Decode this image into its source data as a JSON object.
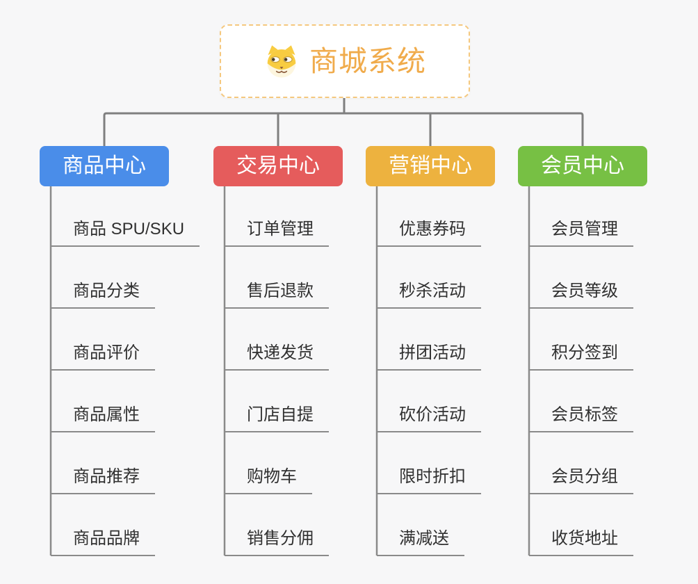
{
  "page": {
    "background": "#F7F7F8",
    "connector_color": "#7F7F7F",
    "child_line_color": "#8A8A8A",
    "item_text_color": "#303030"
  },
  "root": {
    "title": "商城系统",
    "title_color": "#F0AB4B",
    "border_color": "#F5C87E",
    "icon": "dog-face-icon"
  },
  "branches": [
    {
      "label": "商品中心",
      "color": "#4A8DE9",
      "children": [
        "商品 SPU/SKU",
        "商品分类",
        "商品评价",
        "商品属性",
        "商品推荐",
        "商品品牌"
      ]
    },
    {
      "label": "交易中心",
      "color": "#E55C5C",
      "children": [
        "订单管理",
        "售后退款",
        "快递发货",
        "门店自提",
        "购物车",
        "销售分佣"
      ]
    },
    {
      "label": "营销中心",
      "color": "#EDB23F",
      "children": [
        "优惠券码",
        "秒杀活动",
        "拼团活动",
        "砍价活动",
        "限时折扣",
        "满减送"
      ]
    },
    {
      "label": "会员中心",
      "color": "#77C044",
      "children": [
        "会员管理",
        "会员等级",
        "积分签到",
        "会员标签",
        "会员分组",
        "收货地址"
      ]
    }
  ]
}
